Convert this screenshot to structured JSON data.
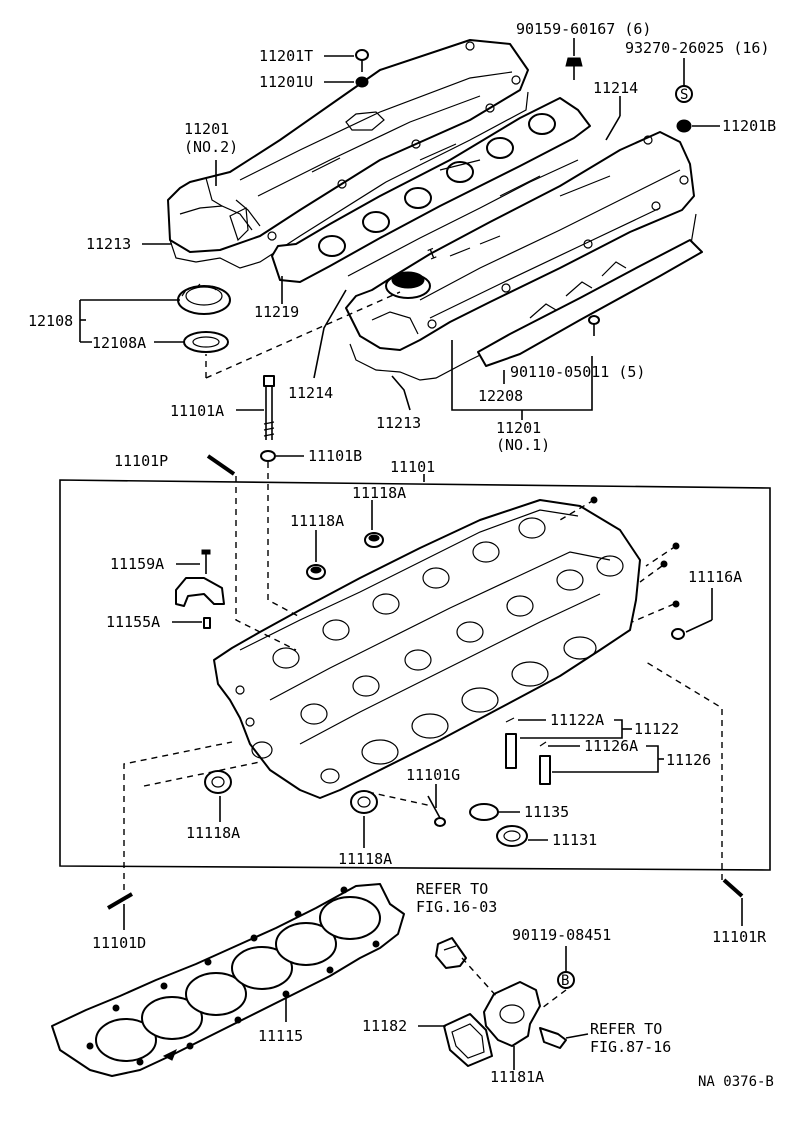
{
  "labels": {
    "p90159": "90159-60167 (6)",
    "p93270": "93270-26025 (16)",
    "p11201T": "11201T",
    "p11201U": "11201U",
    "p11214a": "11214",
    "p11201B": "11201B",
    "p11201_no2_a": "11201",
    "p11201_no2_b": "(NO.2)",
    "p11213a": "11213",
    "p12108": "12108",
    "p12108A": "12108A",
    "p11219": "11219",
    "p11214b": "11214",
    "p11213b": "11213",
    "p90110": "90110-05011 (5)",
    "p12208": "12208",
    "p11201_no1_a": "11201",
    "p11201_no1_b": "(NO.1)",
    "p11101A": "11101A",
    "p11101B": "11101B",
    "p11101P": "11101P",
    "p11101": "11101",
    "p11118A_top": "11118A",
    "p11118A_mid": "11118A",
    "p11159A": "11159A",
    "p11116A": "11116A",
    "p11155A": "11155A",
    "p11122A": "11122A",
    "p11122": "11122",
    "p11126A": "11126A",
    "p11126": "11126",
    "p11101G": "11101G",
    "p11135": "11135",
    "p11131": "11131",
    "p11118A_bl": "11118A",
    "p11118A_bc": "11118A",
    "p11101D": "11101D",
    "p11101R": "11101R",
    "refer1_a": "REFER TO",
    "refer1_b": "FIG.16-03",
    "p90119": "90119-08451",
    "p11115": "11115",
    "p11182": "11182",
    "p11181A": "11181A",
    "refer2_a": "REFER TO",
    "refer2_b": "FIG.87-16",
    "diagram_code": "NA 0376-B"
  },
  "callout_letters": {
    "s": "S",
    "b": "B"
  },
  "colors": {
    "ink": "#000000",
    "paper": "#ffffff"
  }
}
